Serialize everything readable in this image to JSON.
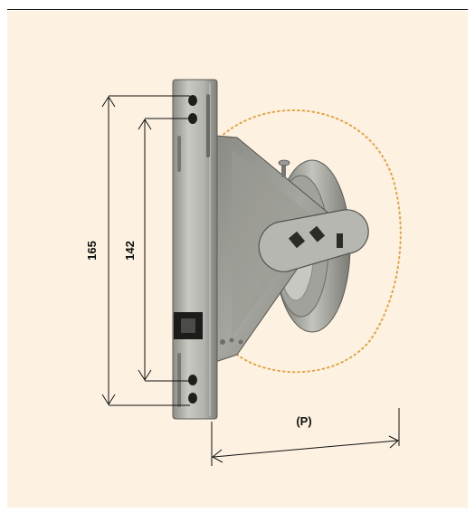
{
  "dimensions": {
    "overall_height": "165",
    "hole_spacing": "142",
    "projection": "(P)"
  },
  "colors": {
    "background_panel": "#fdf2e1",
    "swing_arc": "#e8a040",
    "dimension_lines": "#111111",
    "metal": "#a9a9a3"
  },
  "icons": {
    "product": "pulley-bracket-illustration"
  }
}
